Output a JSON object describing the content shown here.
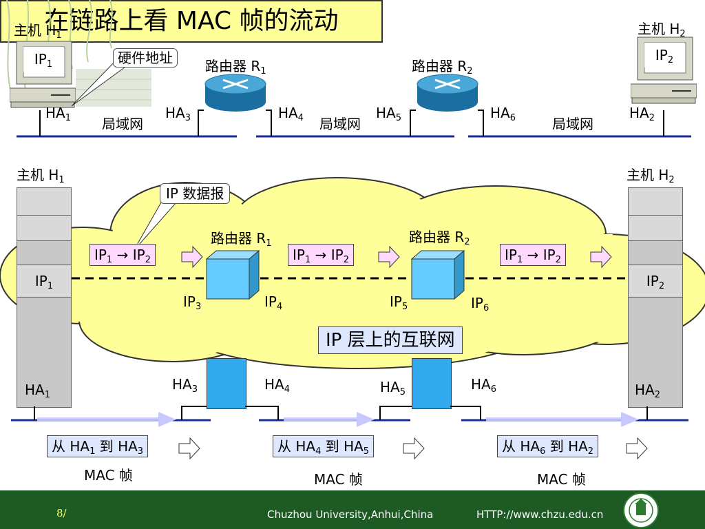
{
  "title": "在链路上看 MAC 帧的流动",
  "top": {
    "host1_label": "主机 H",
    "host1_sub": "1",
    "host2_label": "主机 H",
    "host2_sub": "2",
    "ip1": "IP",
    "ip1_sub": "1",
    "ip2": "IP",
    "ip2_sub": "2",
    "hw_callout": "硬件地址",
    "router1": "路由器 R",
    "router1_sub": "1",
    "router2": "路由器 R",
    "router2_sub": "2",
    "ha1": "HA",
    "ha1_sub": "1",
    "ha2": "HA",
    "ha2_sub": "2",
    "ha3": "HA",
    "ha3_sub": "3",
    "ha4": "HA",
    "ha4_sub": "4",
    "ha5": "HA",
    "ha5_sub": "5",
    "ha6": "HA",
    "ha6_sub": "6",
    "lan": "局域网"
  },
  "bottom": {
    "host1_label": "主机 H",
    "host1_sub": "1",
    "host2_label": "主机 H",
    "host2_sub": "2",
    "datagram_callout": "IP 数据报",
    "router1": "路由器 R",
    "router1_sub": "1",
    "router2": "路由器 R",
    "router2_sub": "2",
    "flow_ip": "IP",
    "flow_arrow": " → IP",
    "ip1_sub": "1",
    "ip2_sub": "2",
    "ip1_cell": "IP",
    "ip1_cell_sub": "1",
    "ip2_cell": "IP",
    "ip2_cell_sub": "2",
    "ip3": "IP",
    "ip3_sub": "3",
    "ip4": "IP",
    "ip4_sub": "4",
    "ip5": "IP",
    "ip5_sub": "5",
    "ip6": "IP",
    "ip6_sub": "6",
    "internet_label": "IP 层上的互联网",
    "ha1": "HA",
    "ha1_sub": "1",
    "ha2": "HA",
    "ha2_sub": "2",
    "ha3": "HA",
    "ha3_sub": "3",
    "ha4": "HA",
    "ha4_sub": "4",
    "ha5": "HA",
    "ha5_sub": "5",
    "ha6": "HA",
    "ha6_sub": "6",
    "frame1_from": "从 HA",
    "frame1_from_sub": "1",
    "frame1_to": " 到 HA",
    "frame1_to_sub": "3",
    "frame2_from": "从 HA",
    "frame2_from_sub": "4",
    "frame2_to": " 到 HA",
    "frame2_to_sub": "5",
    "frame3_from": "从 HA",
    "frame3_from_sub": "6",
    "frame3_to": " 到 HA",
    "frame3_to_sub": "2",
    "mac_frame": "MAC 帧"
  },
  "footer": {
    "page": "8/",
    "university": "Chuzhou University,Anhui,China",
    "url": "HTTP://www.chzu.edu.cn"
  },
  "colors": {
    "title_bg": "#ffff99",
    "cloud": "#ffff99",
    "router_blue": "#2e8bc0",
    "cube_blue": "#66ccff",
    "flow_box": "#ffd9ff",
    "frame_box": "#dde8ff",
    "bus": "#1a2b8f",
    "footer": "#1e5a24"
  }
}
